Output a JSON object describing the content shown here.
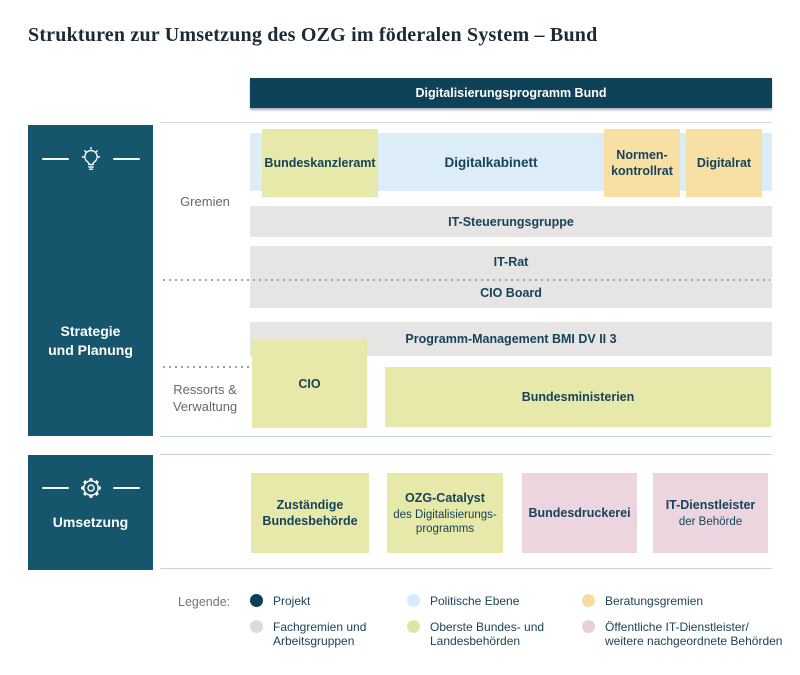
{
  "title": "Strukturen zur Umsetzung des OZG im föderalen System – Bund",
  "program_bar": {
    "label": "Digitalisierungsprogramm Bund"
  },
  "sidebar": {
    "strategy_line1": "Strategie",
    "strategy_line2": "und Planung",
    "implementation": "Umsetzung"
  },
  "row_labels": {
    "gremien": "Gremien",
    "ressorts_line1": "Ressorts &",
    "ressorts_line2": "Verwaltung"
  },
  "boxes": {
    "bundeskanzleramt": "Bundeskanzleramt",
    "digitalkabinett": "Digitalkabinett",
    "normenkontrollrat_line1": "Normen-",
    "normenkontrollrat_line2": "kontrollrat",
    "digitalrat": "Digitalrat",
    "it_steuerungsgruppe": "IT-Steuerungsgruppe",
    "it_rat": "IT-Rat",
    "cio_board": "CIO Board",
    "programm_management": "Programm-Management BMI DV II 3",
    "cio": "CIO",
    "bundesministerien": "Bundesministerien",
    "zustaendige_line1": "Zuständige",
    "zustaendige_line2": "Bundesbehörde",
    "ozg_title": "OZG-Catalyst",
    "ozg_sub_line1": "des Digitalisierungs-",
    "ozg_sub_line2": "programms",
    "bundesdruckerei": "Bundesdruckerei",
    "it_dienstleister_title": "IT-Dienstleister",
    "it_dienstleister_sub": "der Behörde"
  },
  "legend": {
    "label": "Legende:",
    "items": [
      {
        "line1": "Projekt",
        "line2": "",
        "color": "#0d3e55"
      },
      {
        "line1": "Politische Ebene",
        "line2": "",
        "color": "#d7ebf8"
      },
      {
        "line1": "Beratungsgremien",
        "line2": "",
        "color": "#f6dda2"
      },
      {
        "line1": "Fachgremien und",
        "line2": "Arbeitsgruppen",
        "color": "#dcdcdb"
      },
      {
        "line1": "Oberste Bundes- und",
        "line2": "Landesbehörden",
        "color": "#e0e5a3"
      },
      {
        "line1": "Öffentliche IT-Dienstleister/",
        "line2": "weitere nachgeordnete Behörden",
        "color": "#e9cfda"
      }
    ]
  },
  "colors": {
    "header_bar": "#0d4258",
    "sidebar_box": "#15566d",
    "political_blue": "#dcedf7",
    "advisory_orange": "#f8e0a5",
    "authority_green": "#e6e9a9",
    "committee_gray": "#e6e5e4",
    "it_provider_pink": "#ecd5de",
    "box_text": "#17435a"
  }
}
